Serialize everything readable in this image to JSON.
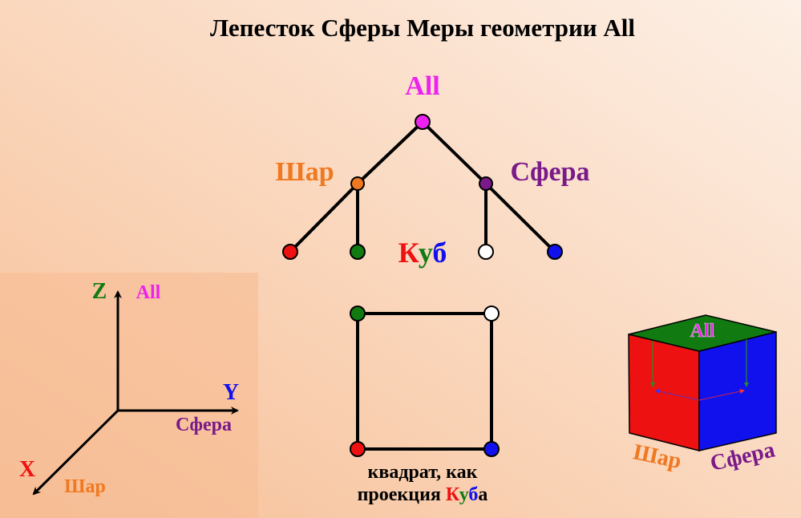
{
  "title": "Лепесток Сферы Меры геометрии All",
  "tree": {
    "root_label": "All",
    "left_label": "Шар",
    "right_label": "Сфера",
    "cube_word": [
      "К",
      "у",
      "б"
    ]
  },
  "square": {
    "caption_line1": "квадрат, как",
    "caption_line2_prefix": "проекция ",
    "cube_word": [
      "К",
      "у",
      "б",
      "а"
    ]
  },
  "axes": {
    "z_label": "Z",
    "z_name": "All",
    "y_label": "Y",
    "y_name": "Сфера",
    "x_label": "X",
    "x_name": "Шар"
  },
  "cube": {
    "top_label": "All",
    "left_label": "Шар",
    "right_label": "Сфера"
  },
  "colors": {
    "all": "#ee22ee",
    "shar": "#f07820",
    "sfera": "#7a1a8a",
    "red": "#ee1111",
    "green": "#117a11",
    "blue": "#1111ee"
  }
}
